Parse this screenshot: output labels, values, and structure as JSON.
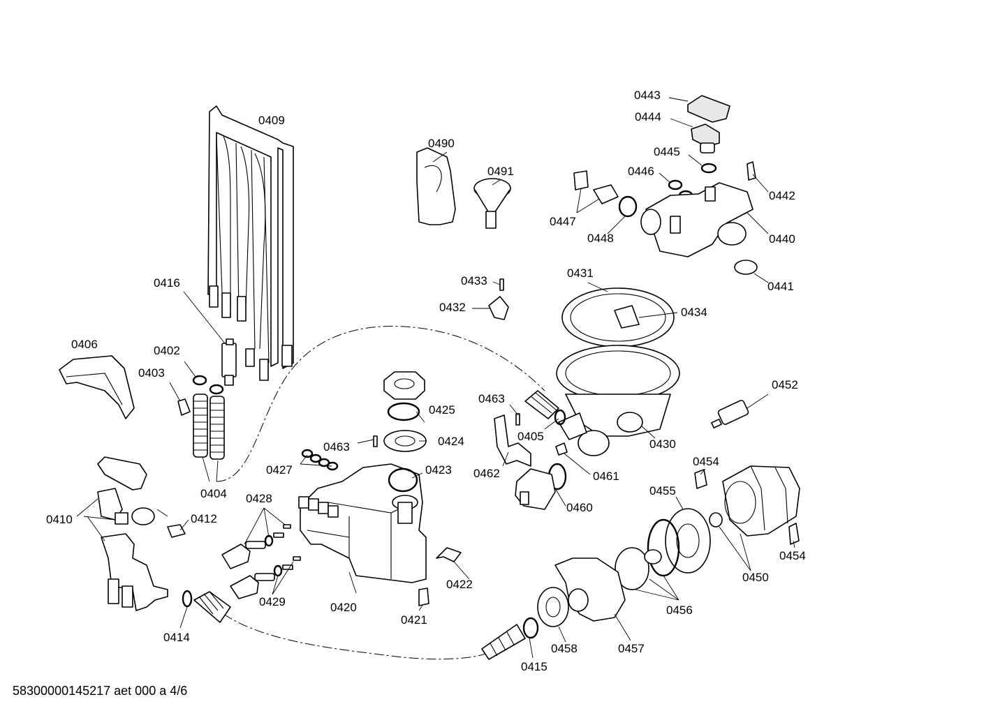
{
  "footer": {
    "code": "58300000145217 aet 000 a 4/6"
  },
  "labels": {
    "l0409": "0409",
    "l0416": "0416",
    "l0406": "0406",
    "l0402": "0402",
    "l0403": "0403",
    "l0404": "0404",
    "l0410": "0410",
    "l0412": "0412",
    "l0414": "0414",
    "l0428": "0428",
    "l0429": "0429",
    "l0427": "0427",
    "l0463a": "0463",
    "l0420": "0420",
    "l0421": "0421",
    "l0422": "0422",
    "l0423": "0423",
    "l0424": "0424",
    "l0425": "0425",
    "l0490": "0490",
    "l0491": "0491",
    "l0433": "0433",
    "l0432": "0432",
    "l0431": "0431",
    "l0434": "0434",
    "l0430": "0430",
    "l0463b": "0463",
    "l0405": "0405",
    "l0462": "0462",
    "l0461": "0461",
    "l0460": "0460",
    "l0452": "0452",
    "l0443": "0443",
    "l0444": "0444",
    "l0445": "0445",
    "l0446": "0446",
    "l0442": "0442",
    "l0447": "0447",
    "l0448": "0448",
    "l0440": "0440",
    "l0441": "0441",
    "l0454a": "0454",
    "l0454b": "0454",
    "l0455": "0455",
    "l0450": "0450",
    "l0456": "0456",
    "l0457": "0457",
    "l0458": "0458",
    "l0415": "0415"
  }
}
